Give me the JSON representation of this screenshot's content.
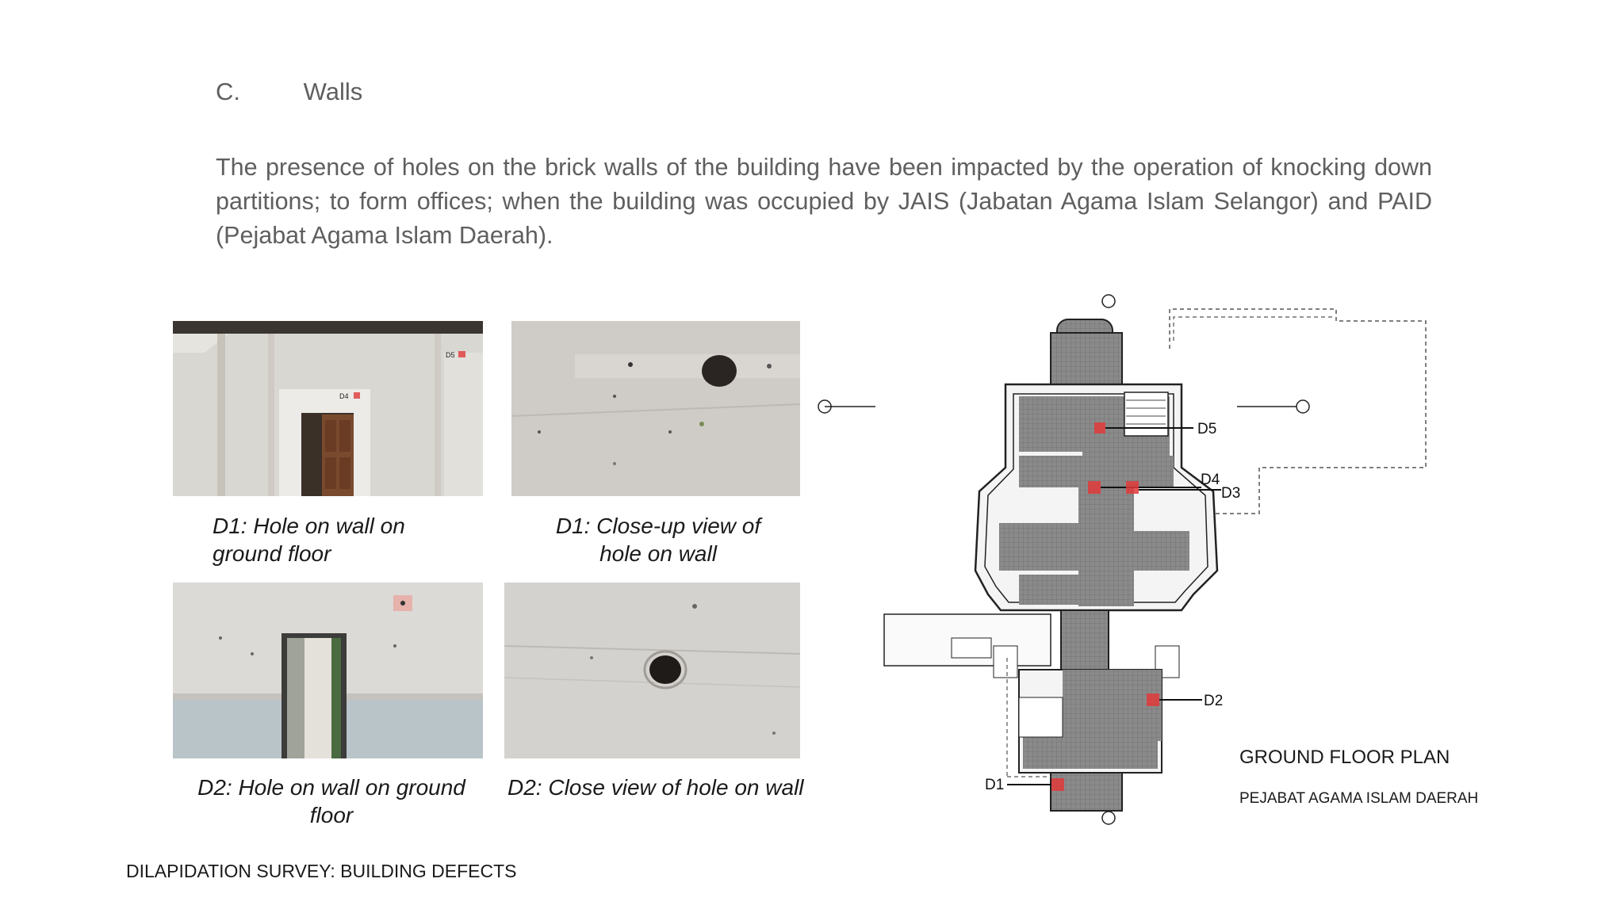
{
  "section": {
    "letter": "C.",
    "title": "Walls"
  },
  "body": "The presence of holes on the brick walls of the building have been impacted by the operation of knocking down partitions; to form offices; when the building was occupied by JAIS (Jabatan Agama Islam Selangor) and PAID (Pejabat Agama Islam Daerah).",
  "photos": [
    {
      "caption": "D1: Hole on wall on ground floor",
      "labels": [
        "D5",
        "D4"
      ]
    },
    {
      "caption": "D1: Close-up view of hole on wall"
    },
    {
      "caption": "D2: Hole on wall on ground floor"
    },
    {
      "caption": "D2: Close view of hole on wall"
    }
  ],
  "plan": {
    "title": "GROUND FLOOR PLAN",
    "subtitle": "PEJABAT AGAMA ISLAM DAERAH",
    "markers": [
      "D5",
      "D4",
      "D3",
      "D2",
      "D1"
    ],
    "marker_color": "#e03a3a"
  },
  "footer": "DILAPIDATION SURVEY: BUILDING DEFECTS"
}
